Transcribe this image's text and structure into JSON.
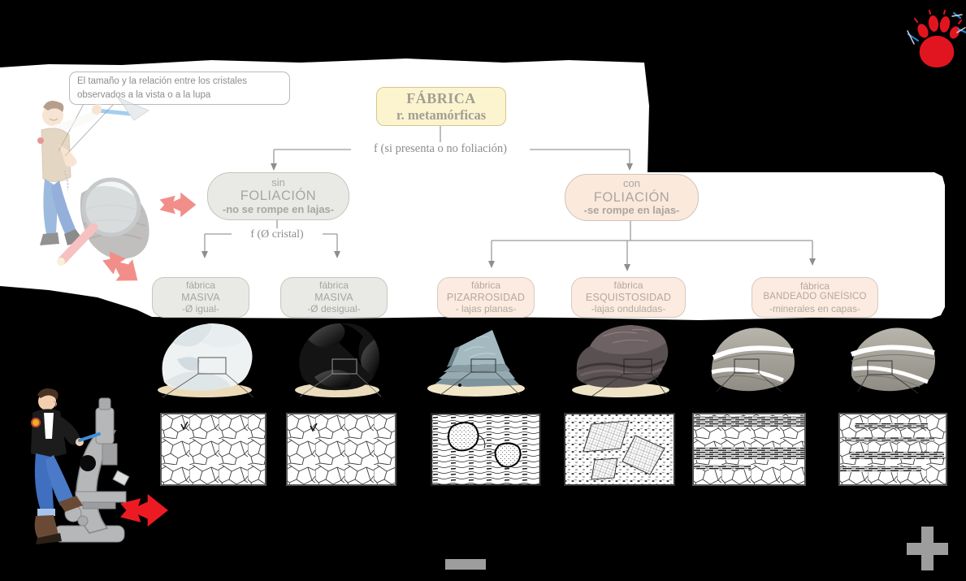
{
  "canvas": {
    "background": "#000000",
    "paper": "#ffffff"
  },
  "logo": {
    "name": "red-paw-with-hammers",
    "paw_color": "#e11520",
    "hammer_color": "#2e7fd6"
  },
  "speech_bubble": {
    "line1": "El tamaño y la relación entre los cristales",
    "line2": "observados a la vista o a la lupa"
  },
  "flowchart": {
    "root": {
      "title": "FÁBRICA",
      "subtitle": "r. metamórficas"
    },
    "foliation_question": "f (si presenta o no foliación)",
    "crystal_question": "f (Ø cristal)",
    "sin_node": {
      "line1": "sin",
      "line2": "FOLIACIÓN",
      "line3": "-no se rompe en lajas-"
    },
    "con_node": {
      "line1": "con",
      "line2": "FOLIACIÓN",
      "line3": "-se rompe en lajas-"
    },
    "leaves": [
      {
        "line1": "fábrica",
        "line2": "MASIVA",
        "line3": "-Ø igual-"
      },
      {
        "line1": "fábrica",
        "line2": "MASIVA",
        "line3": "-Ø desigual-"
      },
      {
        "line1": "fábrica",
        "line2": "PIZARROSIDAD",
        "line3": "- lajas planas-"
      },
      {
        "line1": "fábrica",
        "line2": "ESQUISTOSIDAD",
        "line3": "-lajas onduladas-"
      },
      {
        "line1": "fábrica",
        "line2": "BANDEADO GNEÍSICO",
        "line3": "-minerales en capas-"
      }
    ]
  },
  "specimens": {
    "rocks": [
      "white-massive-rock",
      "black-massive-rock",
      "slate-flat-slabs-rock",
      "schist-wavy-slabs-rock",
      "banded-gneiss-rock-1",
      "banded-gneiss-rock-2"
    ],
    "thin_sections": [
      "granoblastic-equigranular",
      "granoblastic-inequigranular",
      "slaty-with-porphyroblasts",
      "schistose-large-crystals",
      "gneissic-banded-1",
      "gneissic-banded-2"
    ]
  },
  "zoom_controls": {
    "zoom_out": "−",
    "zoom_in": "+"
  }
}
